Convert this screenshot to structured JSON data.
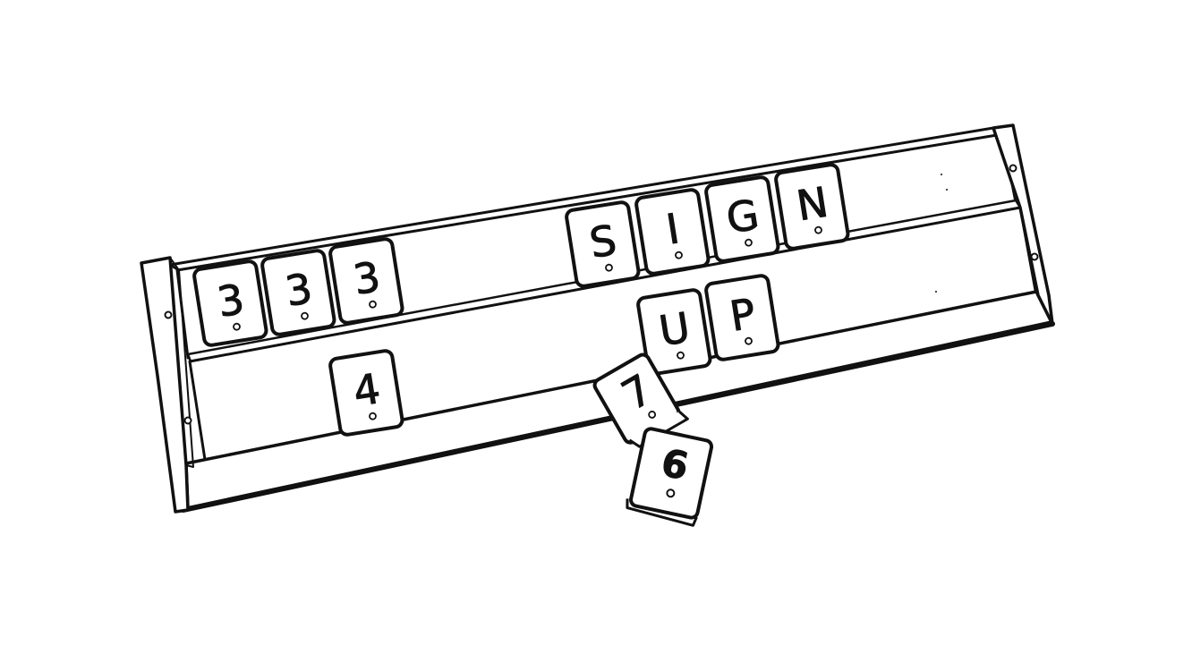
{
  "rack": {
    "top_row_tiles": [
      {
        "id": "tile-3a",
        "glyph": "3"
      },
      {
        "id": "tile-3b",
        "glyph": "3"
      },
      {
        "id": "tile-3c",
        "glyph": "3"
      },
      {
        "id": "tile-s",
        "glyph": "S"
      },
      {
        "id": "tile-i",
        "glyph": "I"
      },
      {
        "id": "tile-g",
        "glyph": "G"
      },
      {
        "id": "tile-n",
        "glyph": "N"
      }
    ],
    "middle_row_tiles": [
      {
        "id": "tile-u",
        "glyph": "U"
      },
      {
        "id": "tile-p",
        "glyph": "P"
      }
    ],
    "bottom_row_tiles": [
      {
        "id": "tile-4",
        "glyph": "4"
      }
    ],
    "fallen_tiles": [
      {
        "id": "tile-7",
        "glyph": "7"
      },
      {
        "id": "tile-6",
        "glyph": "6"
      }
    ]
  },
  "style": {
    "ink": "#111111",
    "paper": "#ffffff",
    "tile_fill": "#ffffff"
  }
}
